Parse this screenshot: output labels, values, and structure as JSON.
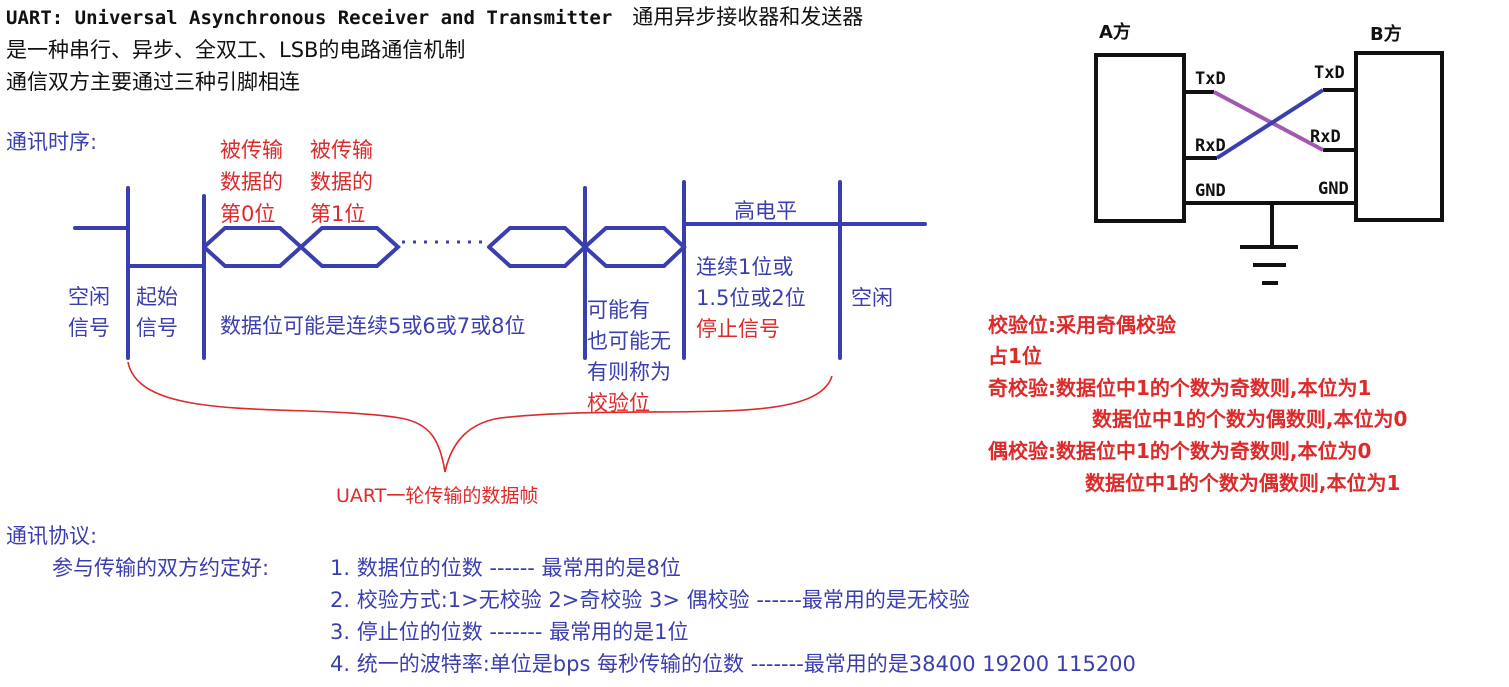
{
  "header": {
    "line1_en": "UART: Universal Asynchronous Receiver and Transmitter",
    "line1_cn": "通用异步接收器和发送器",
    "line2": "是一种串行、异步、全双工、LSB的电路通信机制",
    "line3": "通信双方主要通过三种引脚相连"
  },
  "timing": {
    "title": "通讯时序:",
    "bit0_label": [
      "被传输",
      "数据的",
      "第0位"
    ],
    "bit1_label": [
      "被传输",
      "数据的",
      "第1位"
    ],
    "high_level": "高电平",
    "idle_left": [
      "空闲",
      "信号"
    ],
    "start_bit": [
      "起始",
      "信号"
    ],
    "data_bits": "数据位可能是连续5或6或7或8位",
    "parity": [
      "可能有",
      "也可能无",
      "有则称为",
      "校验位"
    ],
    "stop_bits": [
      "连续1位或",
      "1.5位或2位",
      "停止信号"
    ],
    "idle_right": "空闲",
    "frame_label": "UART一轮传输的数据帧"
  },
  "pins": {
    "side_a": "A方",
    "side_b": "B方",
    "a_txd": "TxD",
    "a_rxd": "RxD",
    "a_gnd": "GND",
    "b_txd": "TxD",
    "b_rxd": "RxD",
    "b_gnd": "GND"
  },
  "parity_info": {
    "line1": "校验位:采用奇偶校验",
    "line2": "占1位",
    "odd_1": "奇校验:数据位中1的个数为奇数则,本位为1",
    "odd_2": "数据位中1的个数为偶数则,本位为0",
    "even_1": "偶校验:数据位中1的个数为奇数则,本位为0",
    "even_2": "数据位中1的个数为偶数则,本位为1"
  },
  "protocol": {
    "title": "通讯协议:",
    "intro": "参与传输的双方约定好:",
    "items": [
      "1. 数据位的位数  ------ 最常用的是8位",
      "2. 校验方式:1>无校验 2>奇校验  3> 偶校验    ------最常用的是无校验",
      "3. 停止位的位数 -------  最常用的是1位",
      "4. 统一的波特率:单位是bps 每秒传输的位数 -------最常用的是38400 19200 115200"
    ]
  },
  "colors": {
    "blue": "#3a3fb0",
    "red": "#dd2a2a",
    "black": "#111111",
    "purple": "#a05ab0"
  }
}
